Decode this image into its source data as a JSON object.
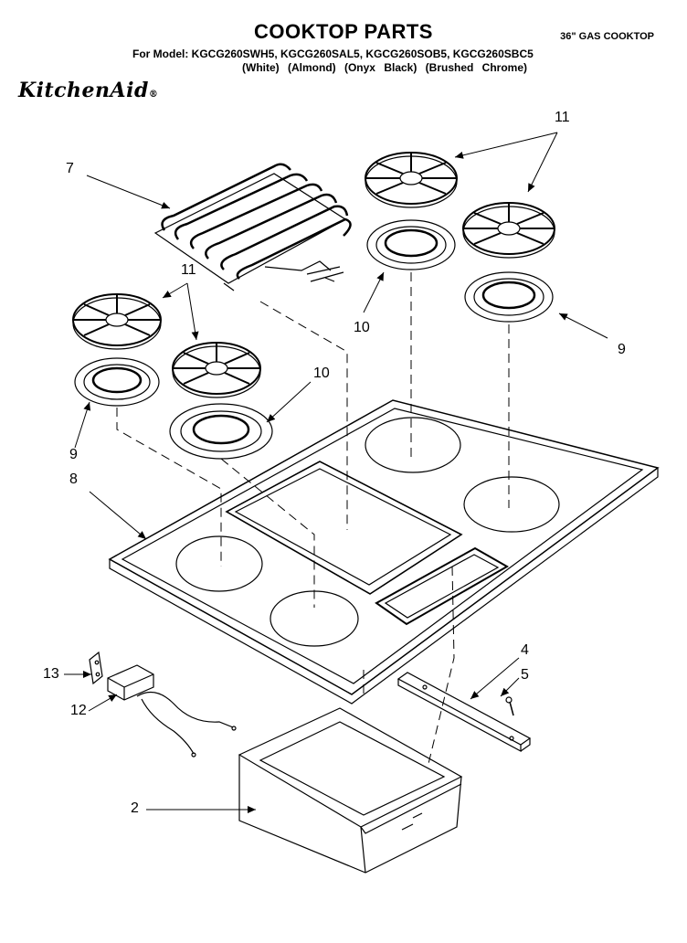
{
  "header": {
    "title": "COOKTOP PARTS",
    "subtitle": "36\" GAS COOKTOP",
    "model_line": "For Model: KGCG260SWH5, KGCG260SAL5, KGCG260SOB5, KGCG260SBC5",
    "color_line": "(White)  (Almond)  (Onyx Black)  (Brushed Chrome)",
    "brand": "KitchenAid",
    "brand_mark": "®"
  },
  "callouts": {
    "c7": "7",
    "c11_right": "11",
    "c11_left": "11",
    "c10_right": "10",
    "c10_left": "10",
    "c9_right": "9",
    "c9_left": "9",
    "c8": "8",
    "c4": "4",
    "c5": "5",
    "c13": "13",
    "c12": "12",
    "c2": "2"
  }
}
